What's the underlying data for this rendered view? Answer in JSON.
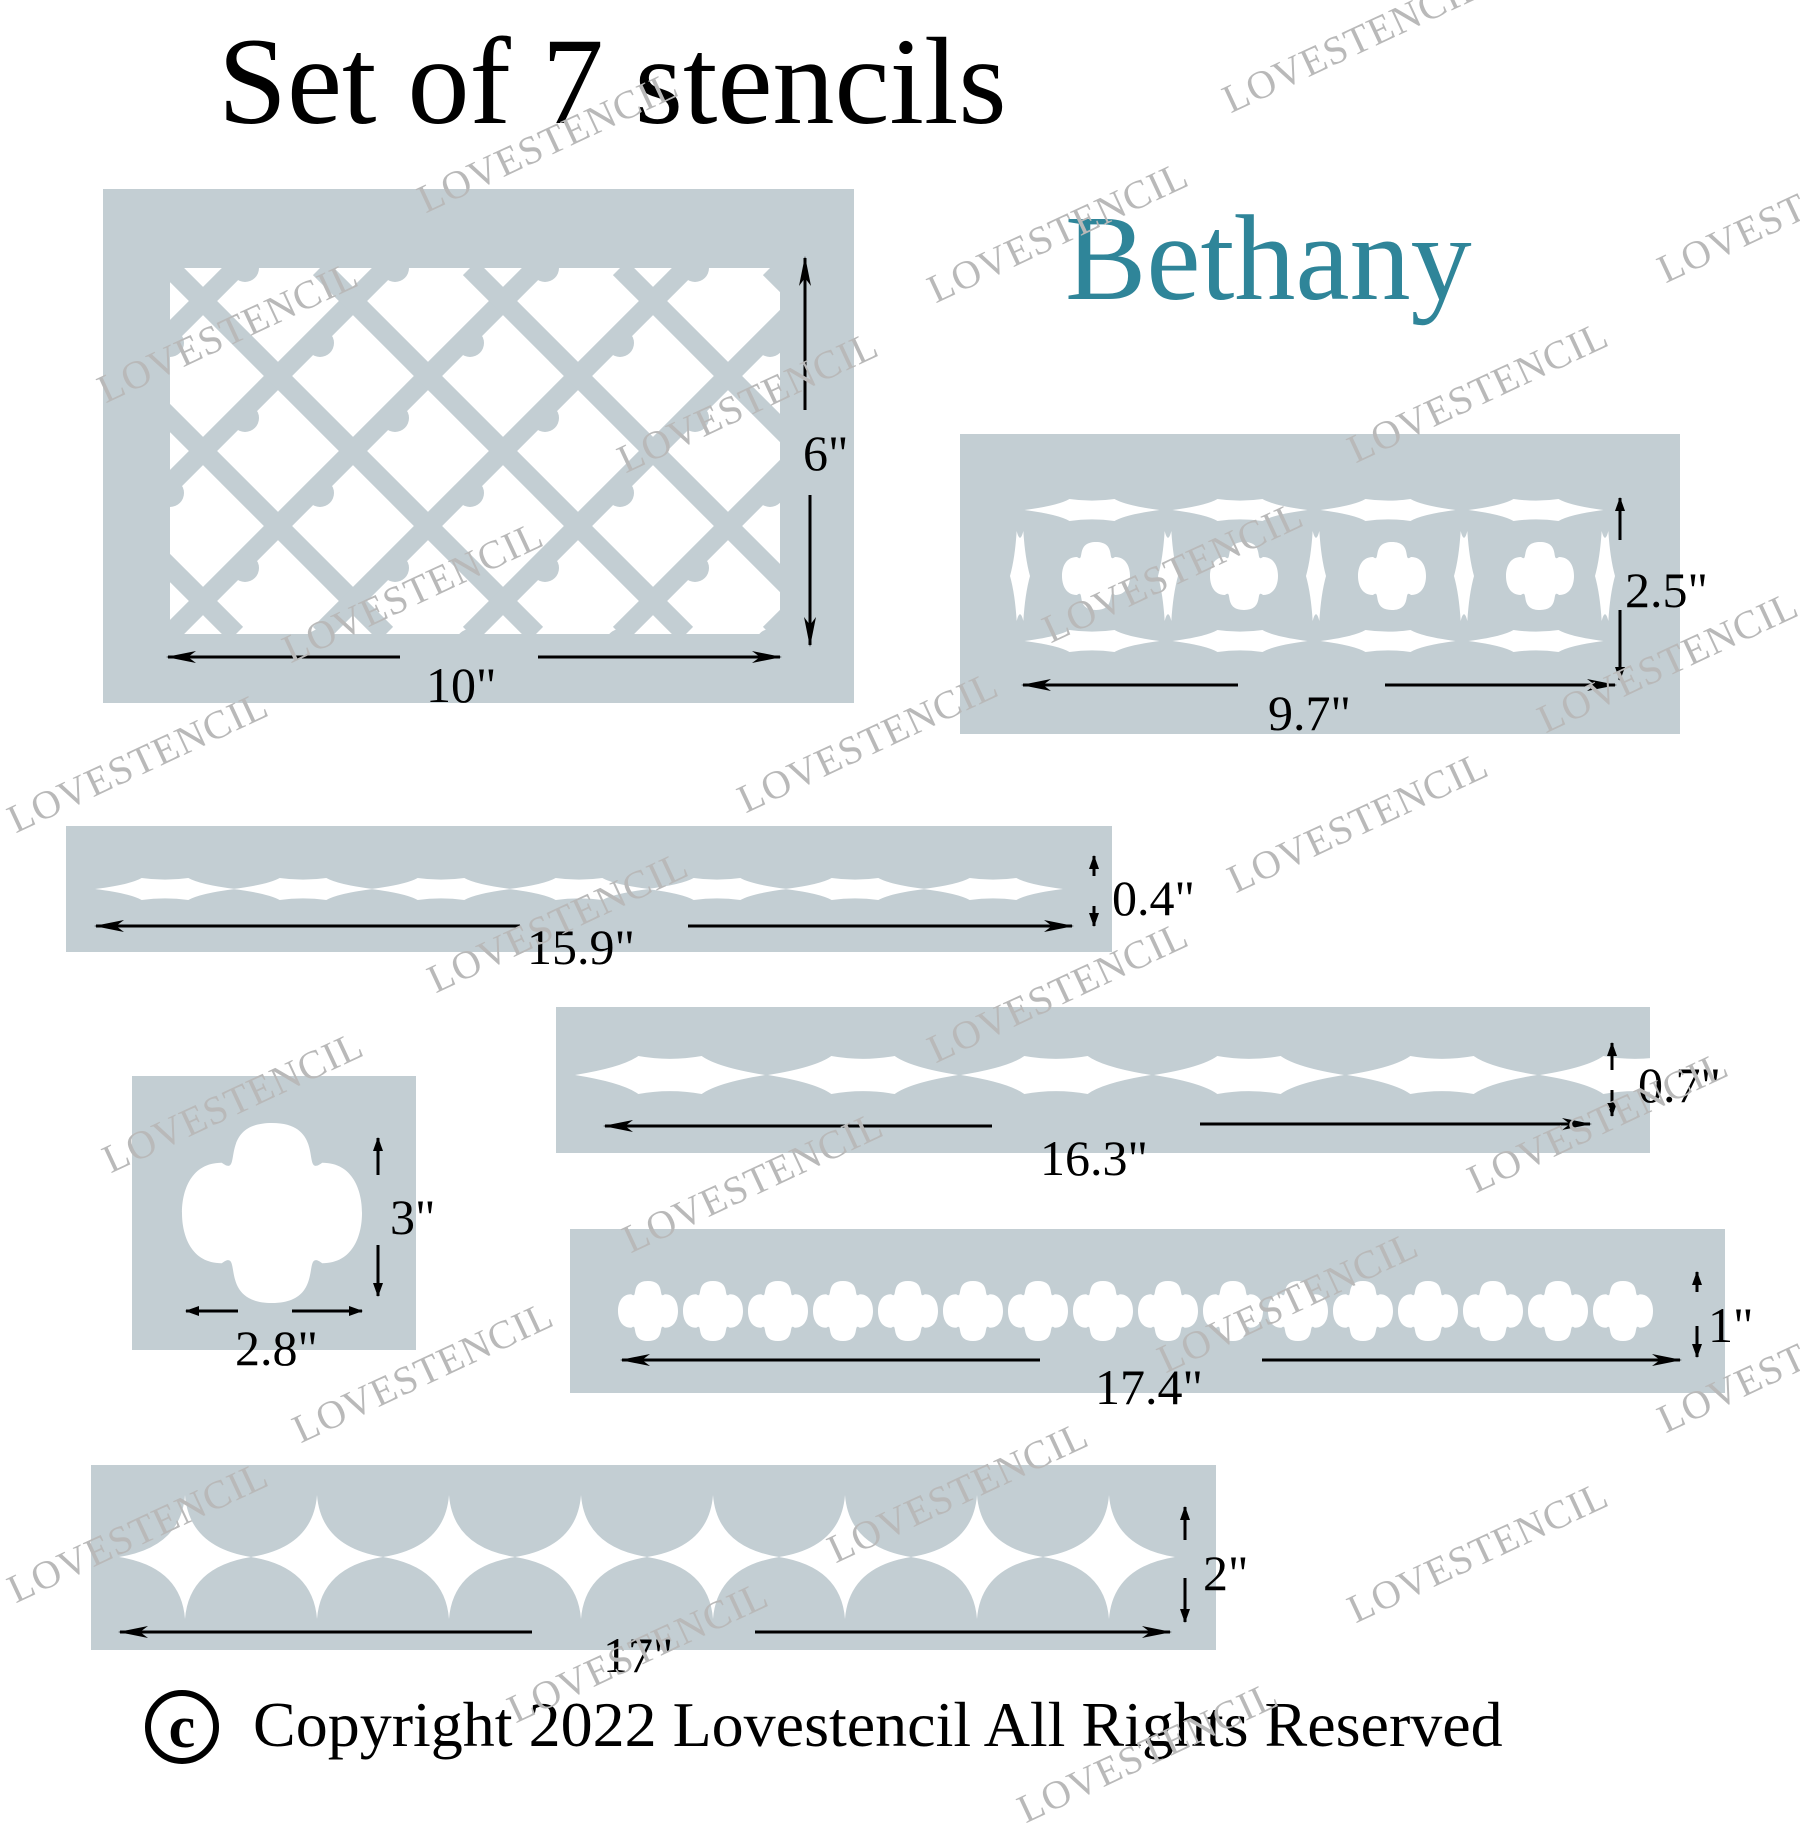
{
  "title": "Set of 7 stencils",
  "brand_name": "Bethany",
  "copyright": {
    "symbol": "c",
    "text": "Copyright 2022  Lovestencil All Rights Reserved"
  },
  "watermark": "LOVESTENCIL",
  "colors": {
    "stencil": "#c3ced3",
    "brand": "#2f8599",
    "text": "#000000",
    "cutout": "#ffffff"
  },
  "stencils": [
    {
      "pattern": "moroccan-trellis",
      "width": "10\"",
      "height": "6\""
    },
    {
      "pattern": "quatrefoil-tile-border",
      "width": "9.7\"",
      "height": "2.5\""
    },
    {
      "pattern": "thin-lozenge-border",
      "width": "15.9\"",
      "height": "0.4\""
    },
    {
      "pattern": "quatrefoil-motif",
      "width": "2.8\"",
      "height": "3\""
    },
    {
      "pattern": "lozenge-border",
      "width": "16.3\"",
      "height": "0.7\""
    },
    {
      "pattern": "quatrefoil-row-border",
      "width": "17.4\"",
      "height": "1\""
    },
    {
      "pattern": "star-border",
      "width": "17\"",
      "height": "2\""
    }
  ]
}
